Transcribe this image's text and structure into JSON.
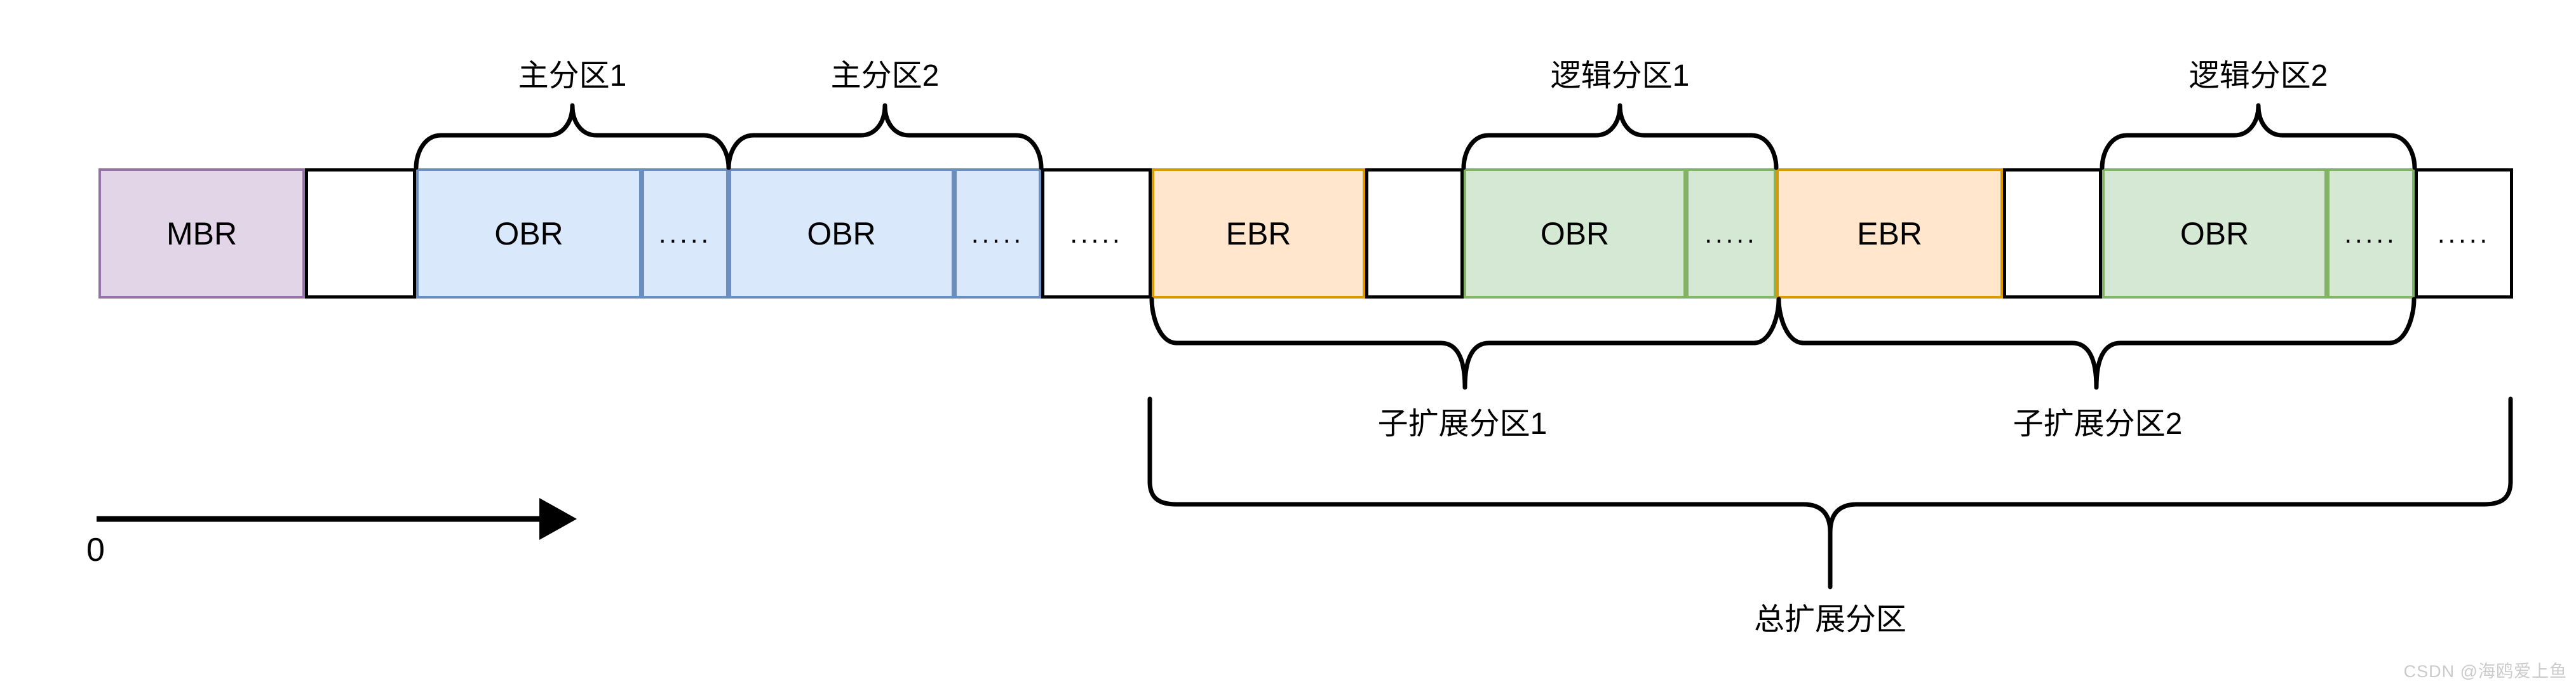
{
  "diagram": {
    "blocks": [
      {
        "label": "MBR"
      },
      {
        "label": ""
      },
      {
        "label": "OBR"
      },
      {
        "label": "....."
      },
      {
        "label": "OBR"
      },
      {
        "label": "....."
      },
      {
        "label": "....."
      },
      {
        "label": "EBR"
      },
      {
        "label": ""
      },
      {
        "label": "OBR"
      },
      {
        "label": "....."
      },
      {
        "label": "EBR"
      },
      {
        "label": ""
      },
      {
        "label": "OBR"
      },
      {
        "label": "....."
      },
      {
        "label": "....."
      }
    ],
    "braces": {
      "primary_1": "主分区1",
      "primary_2": "主分区2",
      "logical_1": "逻辑分区1",
      "logical_2": "逻辑分区2",
      "sub_extended_1": "子扩展分区1",
      "sub_extended_2": "子扩展分区2",
      "total_extended": "总扩展分区"
    },
    "axis": {
      "origin_label": "0"
    },
    "colors": {
      "mbr_fill": "#E1D5E7",
      "mbr_stroke": "#9673A6",
      "primary_fill": "#DAE8FC",
      "primary_stroke": "#6C8EBF",
      "logical_fill": "#D5E8D4",
      "logical_stroke": "#82B366",
      "ebr_fill": "#FFE6CC",
      "ebr_stroke": "#D79B00",
      "gap_fill": "#FFFFFF",
      "gap_stroke": "#000000"
    }
  },
  "watermark": {
    "text": "CSDN @海鸥爱上鱼"
  }
}
